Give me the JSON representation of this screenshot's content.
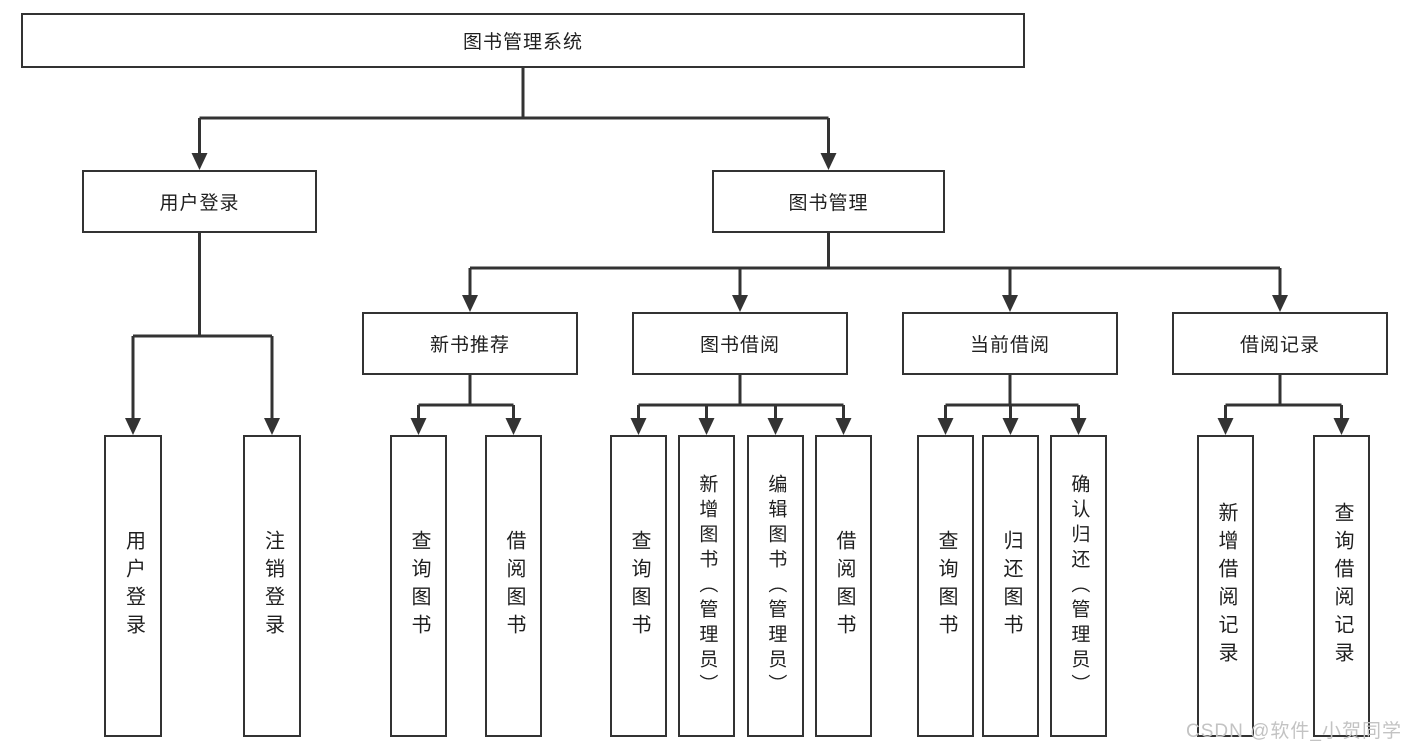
{
  "page": {
    "watermark": "CSDN @软件_小贺同学"
  },
  "colors": {
    "line": "#333333",
    "box_border": "#333333",
    "box_fill": "#ffffff",
    "text": "#1f1f1f",
    "watermark": "#c3c3c3"
  },
  "nodes": {
    "root": "图书管理系统",
    "user_login": "用户登录",
    "book_management": "图书管理",
    "new_book_recommend": "新书推荐",
    "book_borrow": "图书借阅",
    "current_borrow": "当前借阅",
    "borrow_records": "借阅记录",
    "leaf_user_login": "用户登录",
    "leaf_logout_login": "注销登录",
    "leaf_nb_query_books": "查询图书",
    "leaf_nb_borrow_books": "借阅图书",
    "leaf_bb_query_books": "查询图书",
    "leaf_bb_add_books_admin": "新增图书（管理员）",
    "leaf_bb_edit_books_admin": "编辑图书（管理员）",
    "leaf_bb_borrow_books": "借阅图书",
    "leaf_cb_query_books": "查询图书",
    "leaf_cb_return_books": "归还图书",
    "leaf_cb_confirm_return_admin": "确认归还（管理员）",
    "leaf_br_add_record": "新增借阅记录",
    "leaf_br_query_record": "查询借阅记录"
  },
  "hierarchy": {
    "图书管理系统": {
      "用户登录": [
        "用户登录",
        "注销登录"
      ],
      "图书管理": {
        "新书推荐": [
          "查询图书",
          "借阅图书"
        ],
        "图书借阅": [
          "查询图书",
          "新增图书（管理员）",
          "编辑图书（管理员）",
          "借阅图书"
        ],
        "当前借阅": [
          "查询图书",
          "归还图书",
          "确认归还（管理员）"
        ],
        "借阅记录": [
          "新增借阅记录",
          "查询借阅记录"
        ]
      }
    }
  }
}
